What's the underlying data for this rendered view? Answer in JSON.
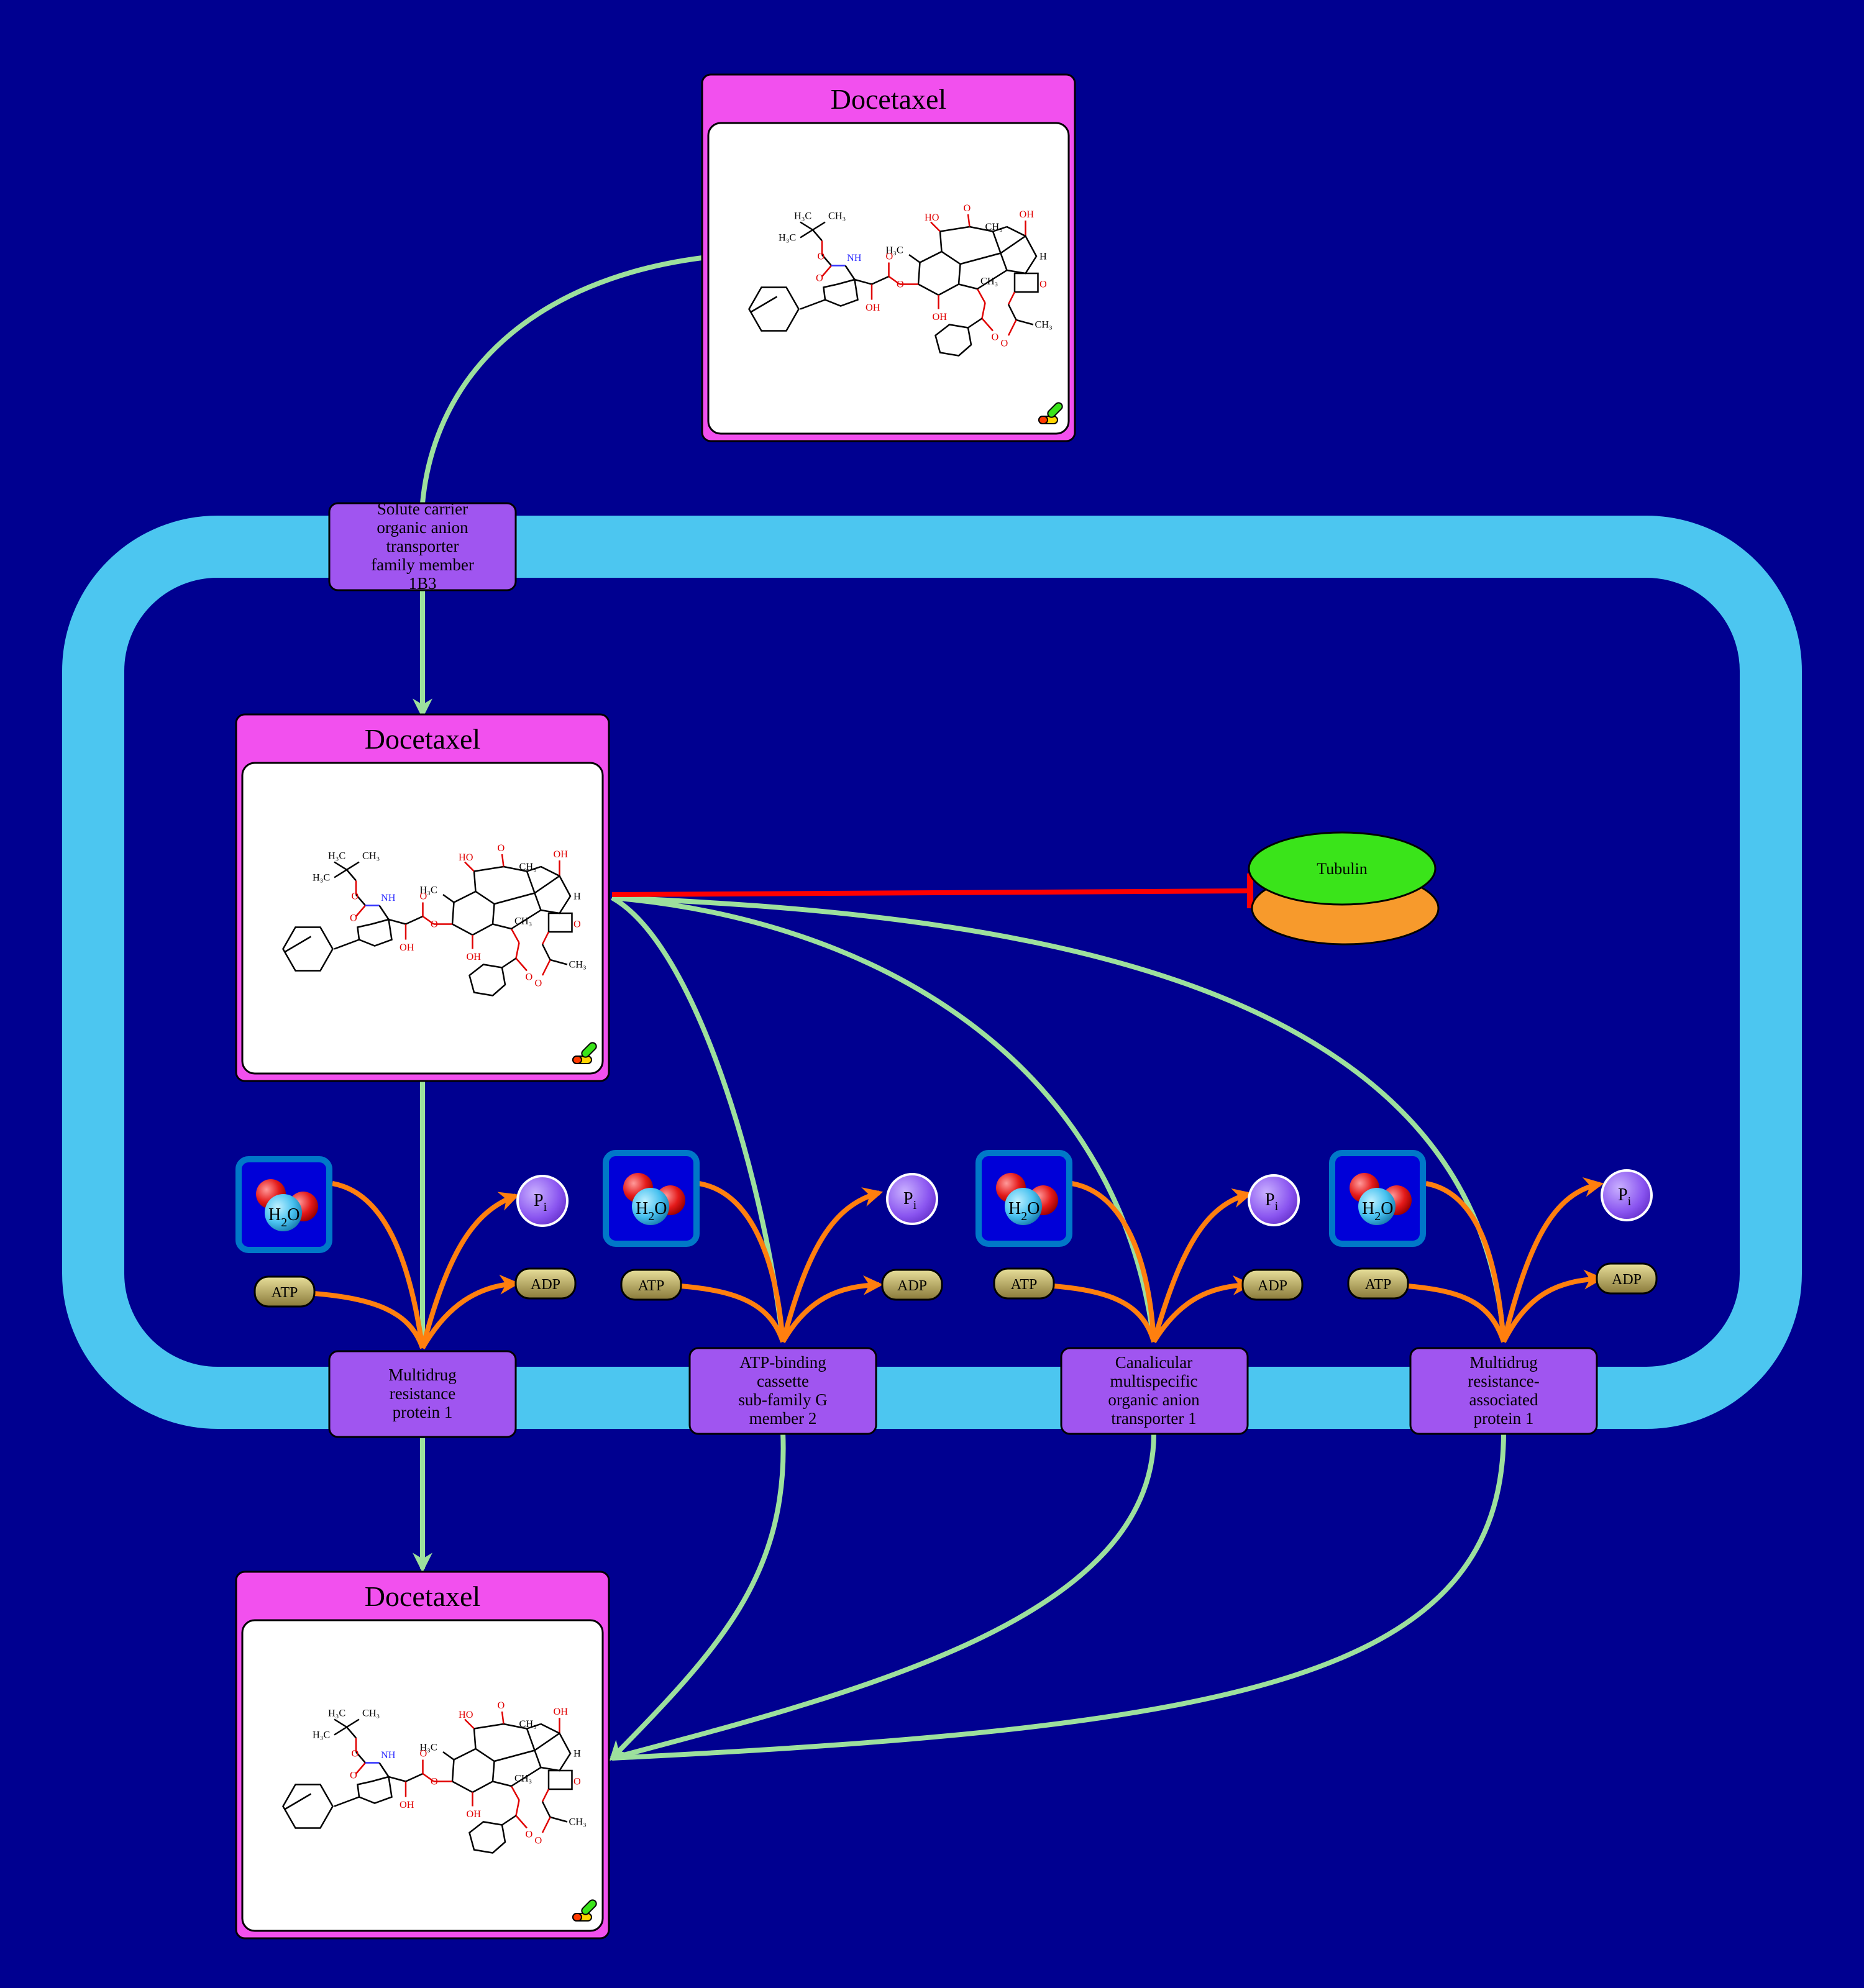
{
  "colors": {
    "background": "#000090",
    "membrane": "#4CC6F0",
    "drug_header": "#F250EE",
    "transporter": "#A055F0",
    "flow_arrow": "#9DE09D",
    "cofactor_arrow": "#FF7F0E",
    "inhibition": "#FF0000",
    "tubulin_top": "#3AE41A",
    "tubulin_bottom": "#F79A2C"
  },
  "drug_nodes": {
    "extracellular": {
      "title": "Docetaxel",
      "icon": "drug-capsule-icon",
      "structure": "docetaxel-structure"
    },
    "intracellular": {
      "title": "Docetaxel",
      "icon": "drug-capsule-icon",
      "structure": "docetaxel-structure"
    },
    "effluxed": {
      "title": "Docetaxel",
      "icon": "drug-capsule-icon",
      "structure": "docetaxel-structure"
    }
  },
  "uptake_transporter": {
    "lines": [
      "Solute carrier",
      "organic anion",
      "transporter",
      "family member",
      "1B3"
    ]
  },
  "efflux_transporters": [
    {
      "lines": [
        "Multidrug",
        "resistance",
        "protein 1"
      ]
    },
    {
      "lines": [
        "ATP-binding",
        "cassette",
        "sub-family G",
        "member 2"
      ]
    },
    {
      "lines": [
        "Canalicular",
        "multispecific",
        "organic anion",
        "transporter 1"
      ]
    },
    {
      "lines": [
        "Multidrug",
        "resistance-",
        "associated",
        "protein 1"
      ]
    }
  ],
  "target": {
    "label": "Tubulin",
    "relation": "inhibition"
  },
  "cofactors": {
    "water": {
      "label_main": "H",
      "label_sub": "2",
      "label_end": "O",
      "icon": "water-molecule-icon"
    },
    "phosphate": {
      "label_main": "P",
      "label_sub": "i",
      "icon": "phosphate-icon"
    },
    "atp": "ATP",
    "adp": "ADP"
  },
  "molecule_labels": {
    "tert_butyl_a": "H₃C",
    "tert_butyl_b": "CH₃",
    "tert_butyl_c": "H₃C",
    "nh": "NH",
    "o": "O",
    "oh": "OH",
    "methyl": "H₃C",
    "ch3": "CH₃",
    "h": "H"
  }
}
